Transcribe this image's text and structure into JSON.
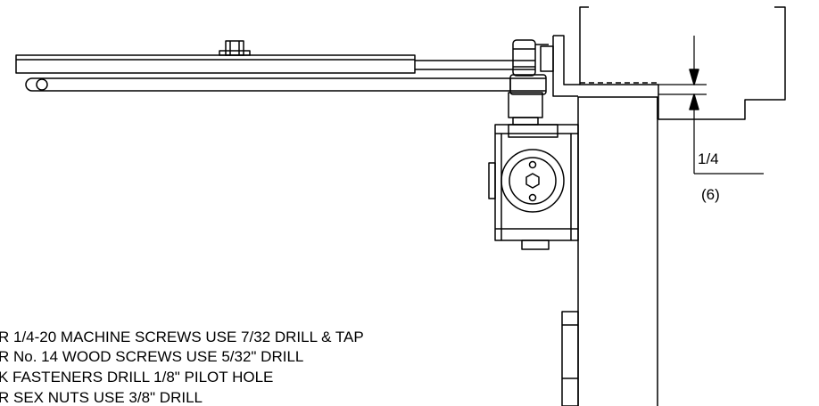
{
  "dimension": {
    "value": "1/4",
    "metric": "(6)"
  },
  "notes": [
    "R 1/4-20 MACHINE SCREWS USE 7/32 DRILL & TAP",
    "R No. 14 WOOD SCREWS USE 5/32\" DRILL",
    "K FASTENERS DRILL 1/8\"  PILOT HOLE",
    "R SEX NUTS USE 3/8\" DRILL"
  ]
}
